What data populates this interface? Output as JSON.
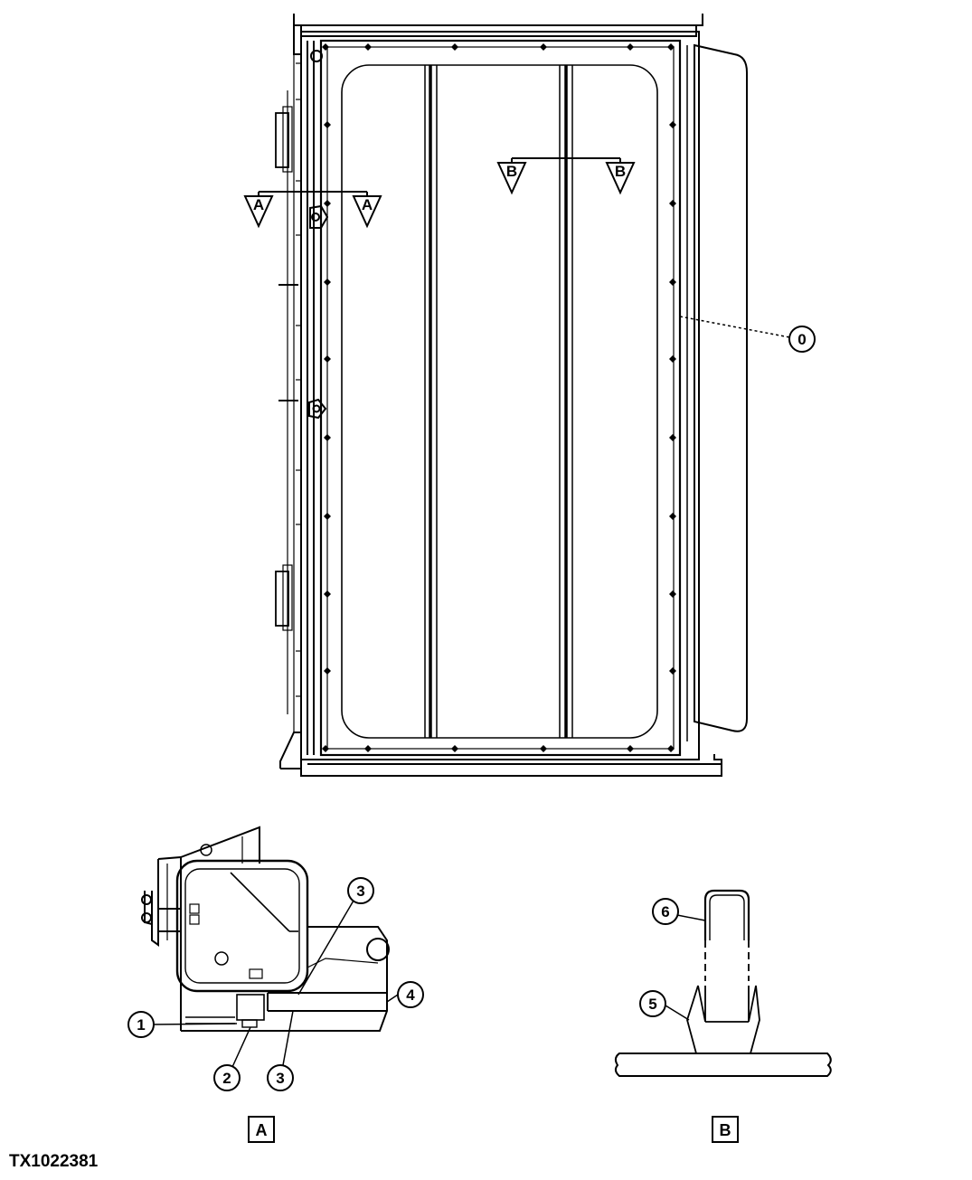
{
  "figure": {
    "id": "TX1022381",
    "section_cuts": [
      {
        "label_left": "A",
        "label_right": "A"
      },
      {
        "label_left": "B",
        "label_right": "B"
      }
    ],
    "callouts": {
      "main": "0",
      "a_1": "1",
      "a_2": "2",
      "a_3_top": "3",
      "a_3_bottom": "3",
      "a_4": "4",
      "b_5": "5",
      "b_6": "6"
    },
    "view_labels": {
      "a": "A",
      "b": "B"
    }
  }
}
